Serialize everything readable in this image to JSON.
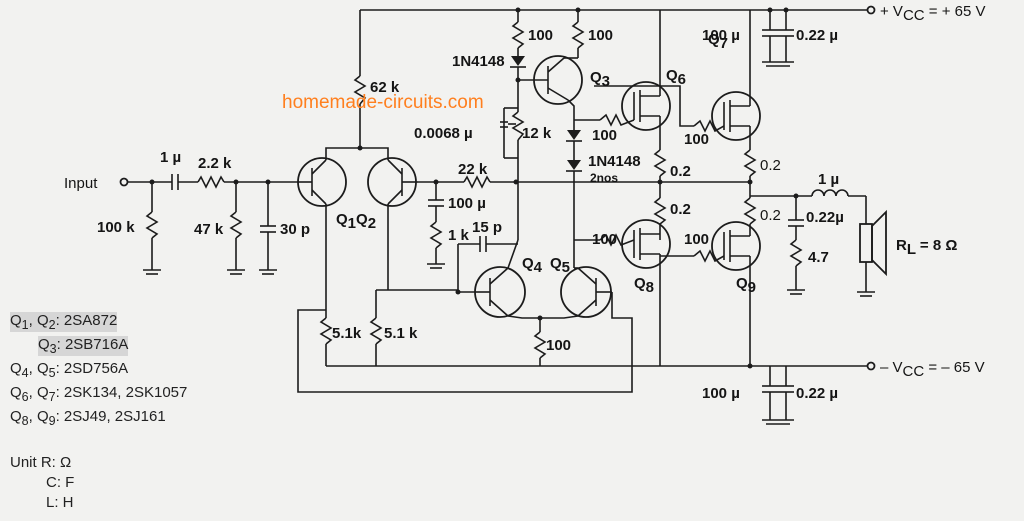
{
  "watermark": "homemade-circuits.com",
  "supply": {
    "pos": "+ V",
    "pos_sub": "CC",
    "pos_val": " = + 65 V",
    "neg": "– V",
    "neg_sub": "CC",
    "neg_val": " = – 65 V"
  },
  "input_label": "Input",
  "components": {
    "c_in": "1 µ",
    "r_in": "2.2 k",
    "r_in_gnd": "100 k",
    "r_47": "47 k",
    "c_30": "30 p",
    "r_62": "62 k",
    "r_100a": "100",
    "r_100b": "100",
    "d1": "1N4148",
    "q1q2": "Q",
    "q1": "1",
    "q2": "2",
    "c_68": "0.0068 µ",
    "r_12": "12 k",
    "r_22": "22 k",
    "c_100u": "100 µ",
    "r_1k": "1 k",
    "c_15p": "15 p",
    "d_string": "1N4148",
    "d_string2": "2nos",
    "q3": "Q",
    "q3n": "3",
    "q4": "Q",
    "q4n": "4",
    "q5": "Q",
    "q5n": "5",
    "q6": "Q",
    "q6n": "6",
    "q7": "Q",
    "q7n": "7",
    "q8": "Q",
    "q8n": "8",
    "q9": "Q",
    "q9n": "9",
    "r_g6": "100",
    "r_g7": "100",
    "r_g8": "100",
    "r_g9": "100",
    "r_s6": "0.2",
    "r_s8": "0.2",
    "r_s7": "0.2",
    "r_s9": "0.2",
    "l_out": "1 µ",
    "c_out": "0.22µ",
    "r_47b": "4.7",
    "rl": "R",
    "rl_sub": "L",
    "rl_val": " = 8 Ω",
    "r_51a": "5.1k",
    "r_51b": "5.1 k",
    "r_100c": "100",
    "c_top_e": "100 µ",
    "c_top_f": "0.22 µ",
    "c_bot_e": "100 µ",
    "c_bot_f": "0.22 µ"
  },
  "legend": [
    {
      "q": "Q",
      "a": "1",
      "sep": ", Q",
      "b": "2",
      "part": ": 2SA872"
    },
    {
      "q": "Q",
      "a": "3",
      "sep": "",
      "b": "",
      "part": ": 2SB716A"
    },
    {
      "q": "Q",
      "a": "4",
      "sep": ", Q",
      "b": "5",
      "part": ": 2SD756A"
    },
    {
      "q": "Q",
      "a": "6",
      "sep": ", Q",
      "b": "7",
      "part": ": 2SK134, 2SK1057"
    },
    {
      "q": "Q",
      "a": "8",
      "sep": ", Q",
      "b": "9",
      "part": ": 2SJ49, 2SJ161"
    }
  ],
  "units": {
    "title": "Unit R: Ω",
    "c": "C: F",
    "l": "L: H"
  }
}
